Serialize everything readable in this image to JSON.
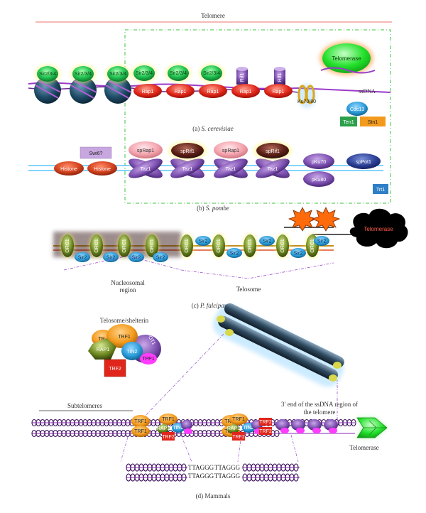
{
  "header": {
    "title": "Telomere"
  },
  "panel_a": {
    "caption_prefix": "(a) ",
    "caption_species": "S. cerevisiae",
    "sir_label": "Sir2/3/4",
    "rap_label": "Rap1",
    "rif_label": "Rif1",
    "ku_label": "Ku70/80",
    "telomerase": "Telomerase",
    "ssdna": "ssDNA",
    "cdc13": "Cdc13",
    "ten1": "Ten1",
    "stn1": "Stn1"
  },
  "panel_b": {
    "caption_prefix": "(b) ",
    "caption_species": "S. pombe",
    "swi6": "Swi6?",
    "histone": "Histone",
    "sprap1": "spRap1",
    "sprif1": "spRif1",
    "taz1": "Taz1",
    "pku70": "pKu70",
    "pku80": "pKu80",
    "sppot1": "spPot1",
    "trt1": "Trt1"
  },
  "panel_c": {
    "caption_prefix": "(c) ",
    "caption_species": "P. falciparum",
    "orc": "ORC1",
    "sir2": "Sir2",
    "telomerase": "Telomerase",
    "nucleosomal_1": "Nucleosomal",
    "nucleosomal_2": "region",
    "telosome": "Telosome"
  },
  "panel_d": {
    "caption": "(d) Mammals",
    "shelterin_title": "Telosome/shelterin",
    "trf1": "TRF1",
    "trf2": "TRF2",
    "tin2": "TIN2",
    "rap1": "RAP1",
    "tpp1": "TPP1",
    "pot1": "POT1",
    "tr": "TR",
    "subtelomeres": "Subtelomeres",
    "ssdna_1": "3′ end of the ssDNA region of",
    "ssdna_2": "the telomere",
    "telomerase": "Telomerase",
    "seq": "TTAGGG"
  }
}
